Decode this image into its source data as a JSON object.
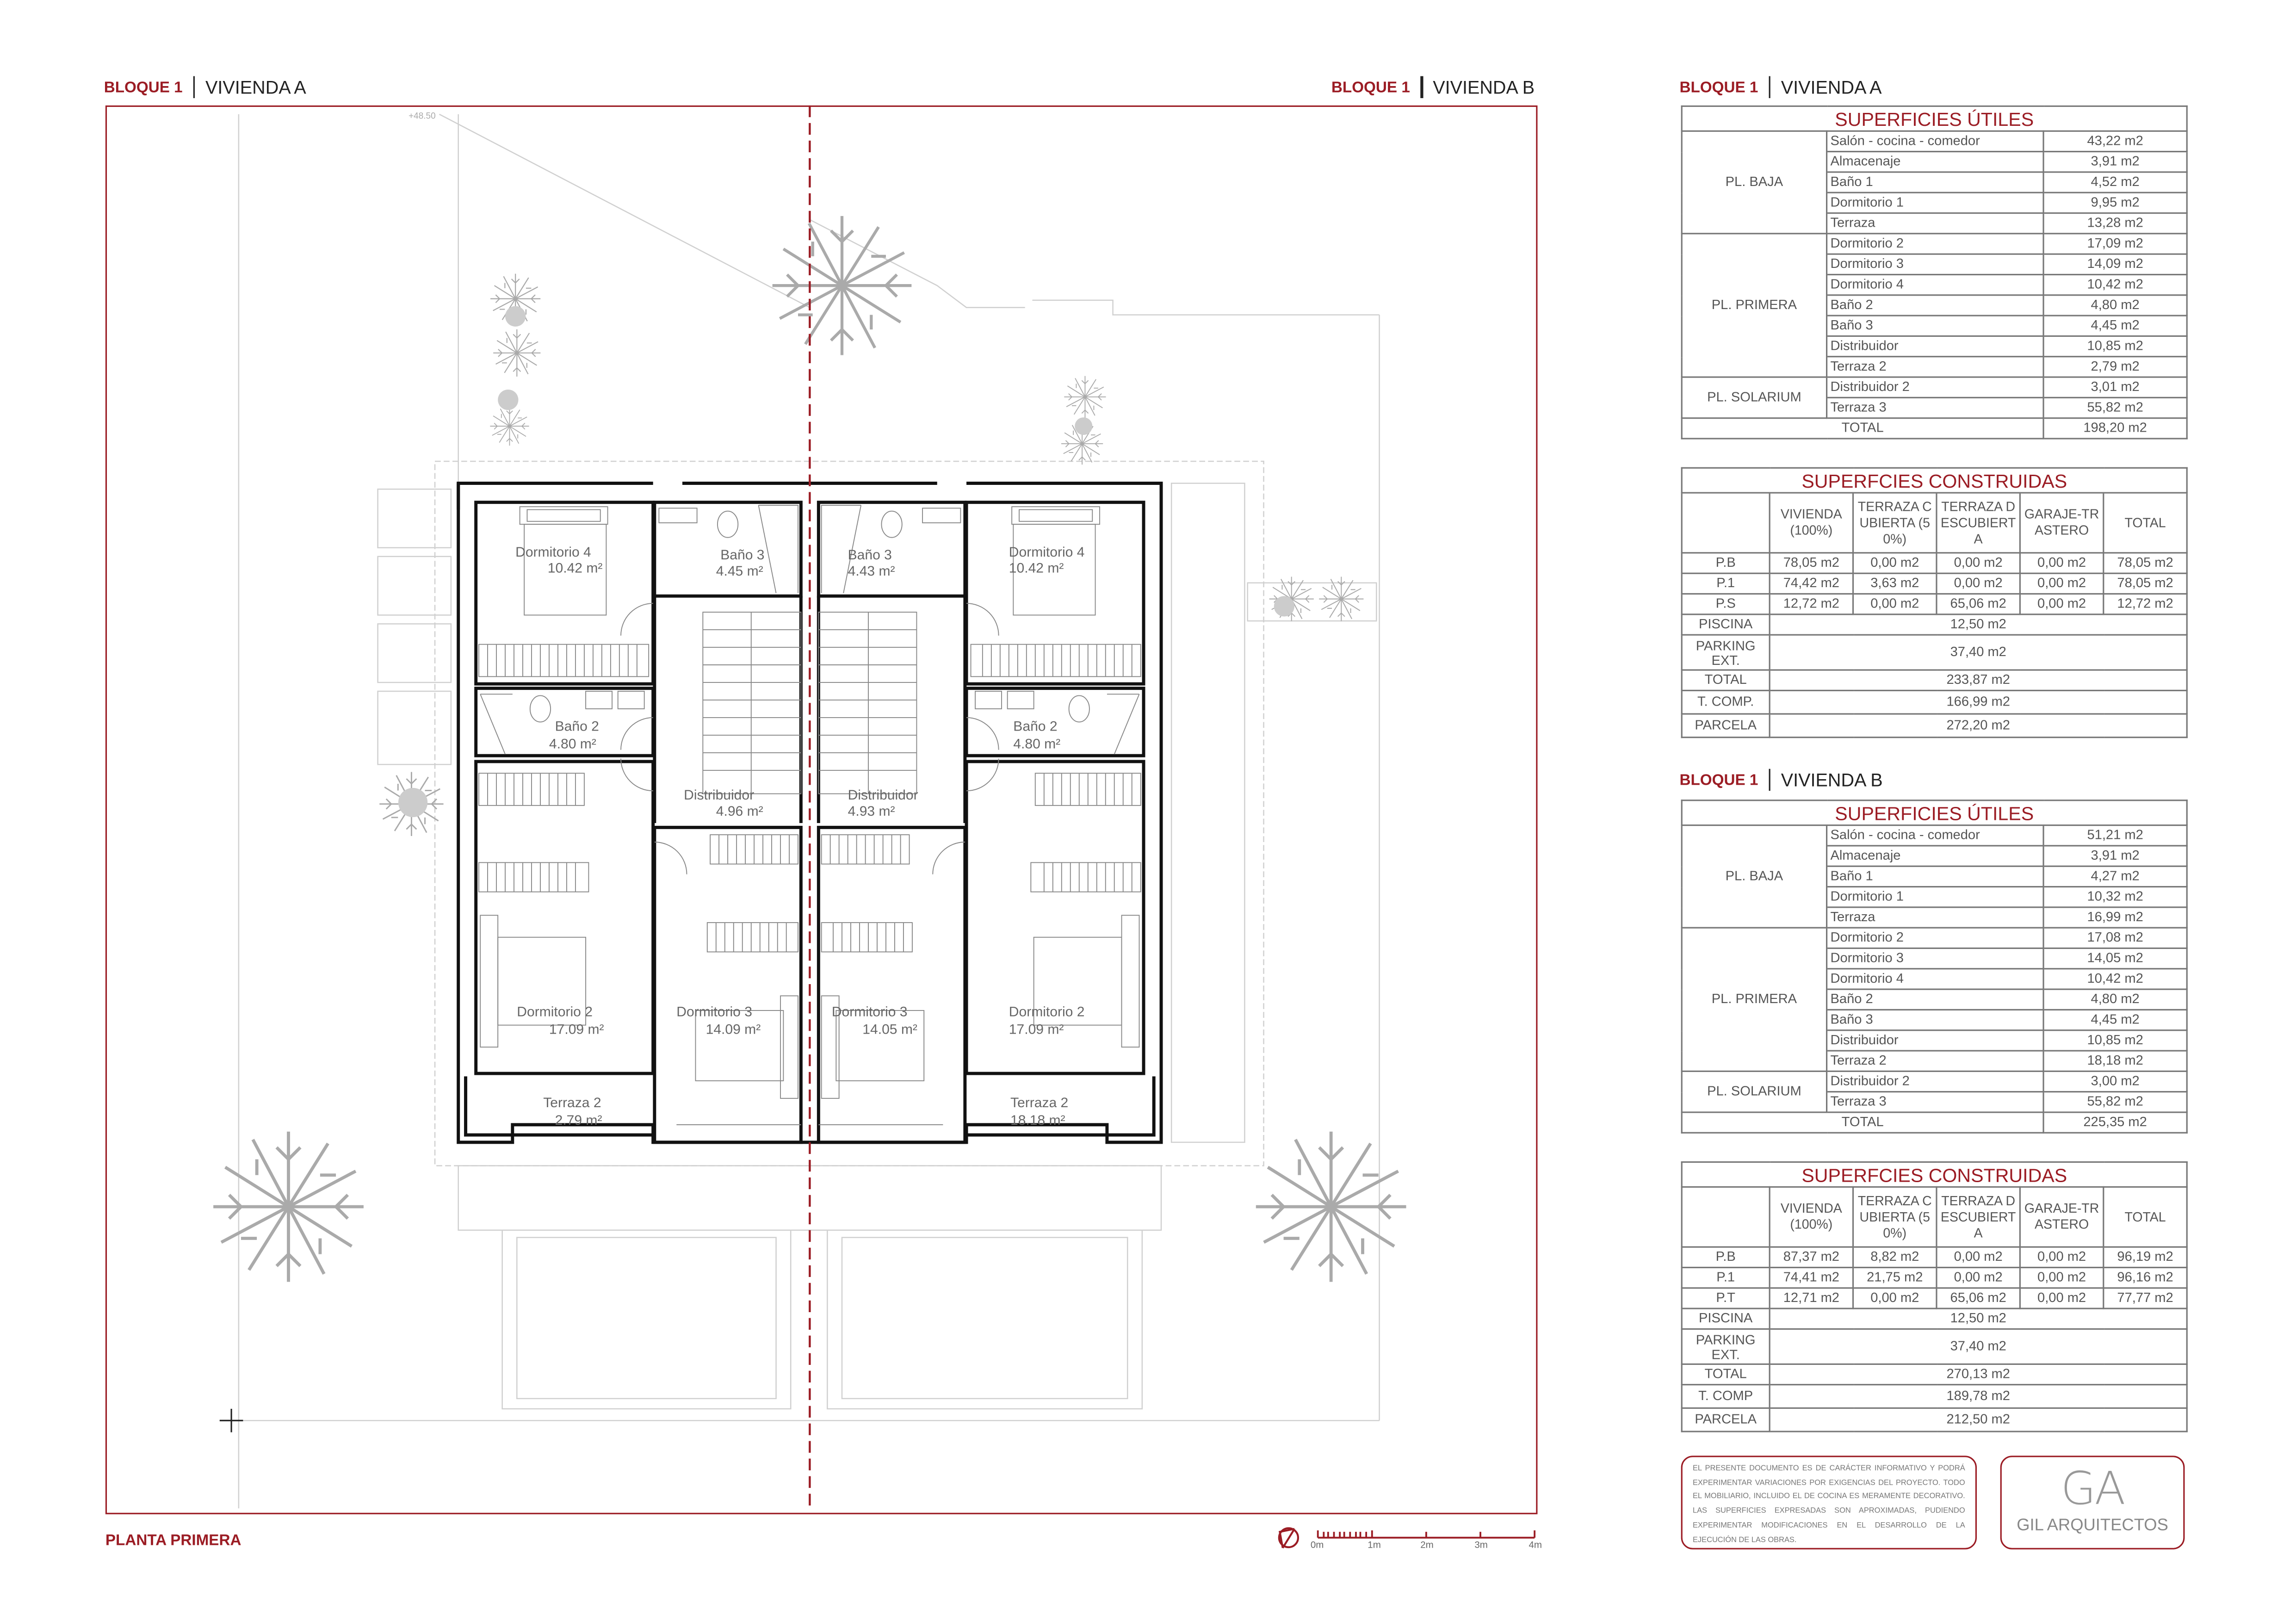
{
  "headers": {
    "left": {
      "bloque": "BLOQUE 1",
      "vivienda": "VIVIENDA A"
    },
    "right": {
      "bloque": "BLOQUE 1",
      "vivienda": "VIVIENDA B"
    },
    "table_a": {
      "bloque": "BLOQUE 1",
      "vivienda": "VIVIENDA A"
    },
    "table_b": {
      "bloque": "BLOQUE 1",
      "vivienda": "VIVIENDA B"
    }
  },
  "plan": {
    "title": "PLANTA PRIMERA",
    "elevation": "+48.50",
    "colors": {
      "accent": "#9b1c24",
      "wall": "#111111",
      "furniture": "#888888",
      "site": "#cccccc"
    },
    "rooms_a": [
      {
        "name": "Dormitorio 4",
        "area": "10.42 m²"
      },
      {
        "name": "Baño 3",
        "area": "4.45 m²"
      },
      {
        "name": "Baño 2",
        "area": "4.80 m²"
      },
      {
        "name": "Distribuidor",
        "area": "4.96 m²"
      },
      {
        "name": "Dormitorio 2",
        "area": "17.09 m²"
      },
      {
        "name": "Dormitorio 3",
        "area": "14.09 m²"
      },
      {
        "name": "Terraza 2",
        "area": "2.79 m²"
      }
    ],
    "rooms_b": [
      {
        "name": "Dormitorio 4",
        "area": "10.42 m²"
      },
      {
        "name": "Baño 3",
        "area": "4.43 m²"
      },
      {
        "name": "Baño 2",
        "area": "4.80 m²"
      },
      {
        "name": "Distribuidor",
        "area": "4.93 m²"
      },
      {
        "name": "Dormitorio 2",
        "area": "17.09 m²"
      },
      {
        "name": "Dormitorio 3",
        "area": "14.05 m²"
      },
      {
        "name": "Terraza 2",
        "area": "18.18 m²"
      }
    ],
    "scale_labels": [
      "0m",
      "1m",
      "2m",
      "3m",
      "4m"
    ]
  },
  "utiles_a": {
    "title": "SUPERFICIES ÚTILES",
    "groups": [
      {
        "label": "PL. BAJA",
        "rows": [
          [
            "Salón - cocina - comedor",
            "43,22 m2"
          ],
          [
            "Almacenaje",
            "3,91 m2"
          ],
          [
            "Baño 1",
            "4,52 m2"
          ],
          [
            "Dormitorio 1",
            "9,95 m2"
          ],
          [
            "Terraza",
            "13,28 m2"
          ]
        ]
      },
      {
        "label": "PL. PRIMERA",
        "rows": [
          [
            "Dormitorio 2",
            "17,09 m2"
          ],
          [
            "Dormitorio 3",
            "14,09 m2"
          ],
          [
            "Dormitorio 4",
            "10,42 m2"
          ],
          [
            "Baño 2",
            "4,80 m2"
          ],
          [
            "Baño 3",
            "4,45 m2"
          ],
          [
            "Distribuidor",
            "10,85 m2"
          ],
          [
            "Terraza 2",
            "2,79 m2"
          ]
        ]
      },
      {
        "label": "PL. SOLARIUM",
        "rows": [
          [
            "Distribuidor 2",
            "3,01 m2"
          ],
          [
            "Terraza 3",
            "55,82 m2"
          ]
        ]
      }
    ],
    "total_label": "TOTAL",
    "total": "198,20 m2"
  },
  "construidas_a": {
    "title": "SUPERFCIES CONSTRUIDAS",
    "columns": [
      "VIVIENDA (100%)",
      "TERRAZA CUBIERTA (50%)",
      "TERRAZA DESCUBIERTA",
      "GARAJE-TRASTERO",
      "TOTAL"
    ],
    "floors": [
      {
        "label": "P.B",
        "values": [
          "78,05 m2",
          "0,00 m2",
          "0,00 m2",
          "0,00 m2",
          "78,05 m2"
        ]
      },
      {
        "label": "P.1",
        "values": [
          "74,42 m2",
          "3,63 m2",
          "0,00 m2",
          "0,00 m2",
          "78,05 m2"
        ]
      },
      {
        "label": "P.S",
        "values": [
          "12,72 m2",
          "0,00 m2",
          "65,06 m2",
          "0,00 m2",
          "12,72 m2"
        ]
      }
    ],
    "summary": [
      {
        "label": "PISCINA",
        "value": "12,50 m2"
      },
      {
        "label": "PARKING EXT.",
        "value": "37,40 m2"
      },
      {
        "label": "TOTAL",
        "value": "233,87 m2"
      },
      {
        "label": "T. COMP.",
        "value": "166,99 m2"
      },
      {
        "label": "PARCELA",
        "value": "272,20 m2"
      }
    ]
  },
  "utiles_b": {
    "title": "SUPERFICIES ÚTILES",
    "groups": [
      {
        "label": "PL. BAJA",
        "rows": [
          [
            "Salón - cocina - comedor",
            "51,21 m2"
          ],
          [
            "Almacenaje",
            "3,91 m2"
          ],
          [
            "Baño 1",
            "4,27 m2"
          ],
          [
            "Dormitorio 1",
            "10,32 m2"
          ],
          [
            "Terraza",
            "16,99 m2"
          ]
        ]
      },
      {
        "label": "PL. PRIMERA",
        "rows": [
          [
            "Dormitorio 2",
            "17,08 m2"
          ],
          [
            "Dormitorio 3",
            "14,05 m2"
          ],
          [
            "Dormitorio 4",
            "10,42 m2"
          ],
          [
            "Baño 2",
            "4,80 m2"
          ],
          [
            "Baño 3",
            "4,45 m2"
          ],
          [
            "Distribuidor",
            "10,85 m2"
          ],
          [
            "Terraza 2",
            "18,18 m2"
          ]
        ]
      },
      {
        "label": "PL. SOLARIUM",
        "rows": [
          [
            "Distribuidor 2",
            "3,00 m2"
          ],
          [
            "Terraza 3",
            "55,82 m2"
          ]
        ]
      }
    ],
    "total_label": "TOTAL",
    "total": "225,35 m2"
  },
  "construidas_b": {
    "title": "SUPERFCIES CONSTRUIDAS",
    "columns": [
      "VIVIENDA (100%)",
      "TERRAZA CUBIERTA (50%)",
      "TERRAZA DESCUBIERTA",
      "GARAJE-TRASTERO",
      "TOTAL"
    ],
    "floors": [
      {
        "label": "P.B",
        "values": [
          "87,37 m2",
          "8,82 m2",
          "0,00 m2",
          "0,00 m2",
          "96,19 m2"
        ]
      },
      {
        "label": "P.1",
        "values": [
          "74,41 m2",
          "21,75 m2",
          "0,00 m2",
          "0,00 m2",
          "96,16 m2"
        ]
      },
      {
        "label": "P.T",
        "values": [
          "12,71 m2",
          "0,00 m2",
          "65,06 m2",
          "0,00 m2",
          "77,77 m2"
        ]
      }
    ],
    "summary": [
      {
        "label": "PISCINA",
        "value": "12,50 m2"
      },
      {
        "label": "PARKING EXT.",
        "value": "37,40 m2"
      },
      {
        "label": "TOTAL",
        "value": "270,13 m2"
      },
      {
        "label": "T. COMP",
        "value": "189,78 m2"
      },
      {
        "label": "PARCELA",
        "value": "212,50 m2"
      }
    ]
  },
  "disclaimer": "EL PRESENTE DOCUMENTO ES DE CARÁCTER INFORMATIVO Y PODRÁ EXPERIMENTAR VARIACIONES POR EXIGENCIAS DEL PROYECTO. TODO EL MOBILIARIO, INCLUIDO EL DE COCINA ES MERAMENTE DECORATIVO. LAS SUPERFICIES EXPRESADAS SON APROXIMADAS, PUDIENDO EXPERIMENTAR MODIFICACIONES EN EL DESARROLLO DE LA EJECUCIÓN DE LAS OBRAS.",
  "logo": {
    "initials": "GA",
    "name": "GIL ARQUITECTOS"
  }
}
